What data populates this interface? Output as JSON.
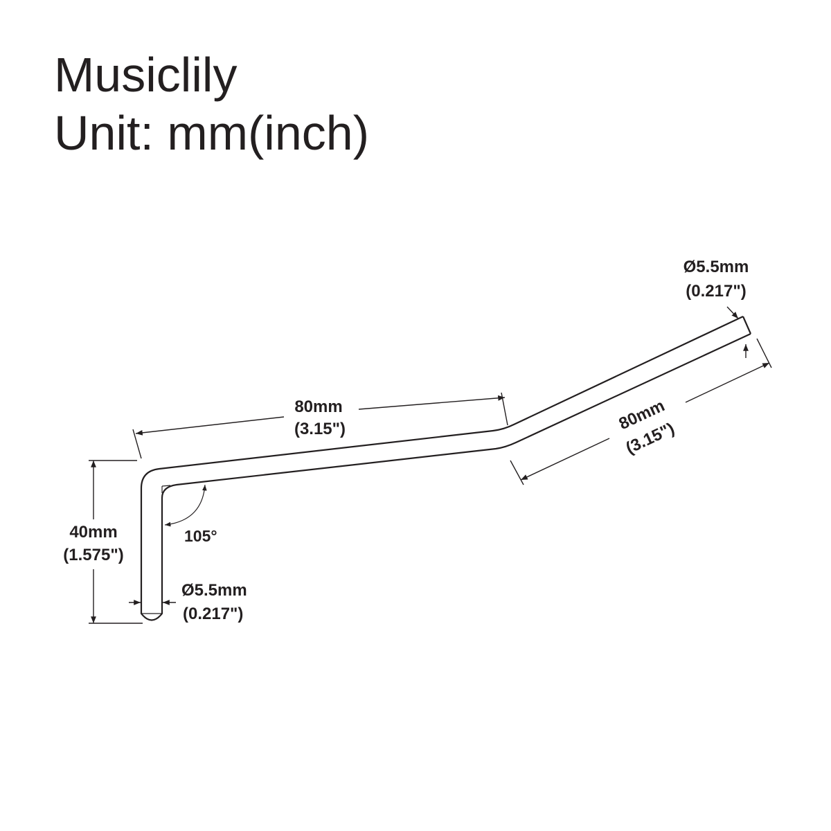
{
  "header": {
    "brand": "Musiclily",
    "unit_line": "Unit: mm(inch)"
  },
  "dimensions": {
    "arm_length_1": {
      "mm": "80mm",
      "inch": "(3.15\")"
    },
    "arm_length_2": {
      "mm": "80mm",
      "inch": "(3.15\")"
    },
    "tip_height": {
      "mm": "40mm",
      "inch": "(1.575\")"
    },
    "angle": "105°",
    "diameter_tip": {
      "mm": "Ø5.5mm",
      "inch": "(0.217\")"
    },
    "diameter_end": {
      "mm": "Ø5.5mm",
      "inch": "(0.217\")"
    }
  },
  "colors": {
    "line": "#231f20",
    "background": "#ffffff"
  }
}
